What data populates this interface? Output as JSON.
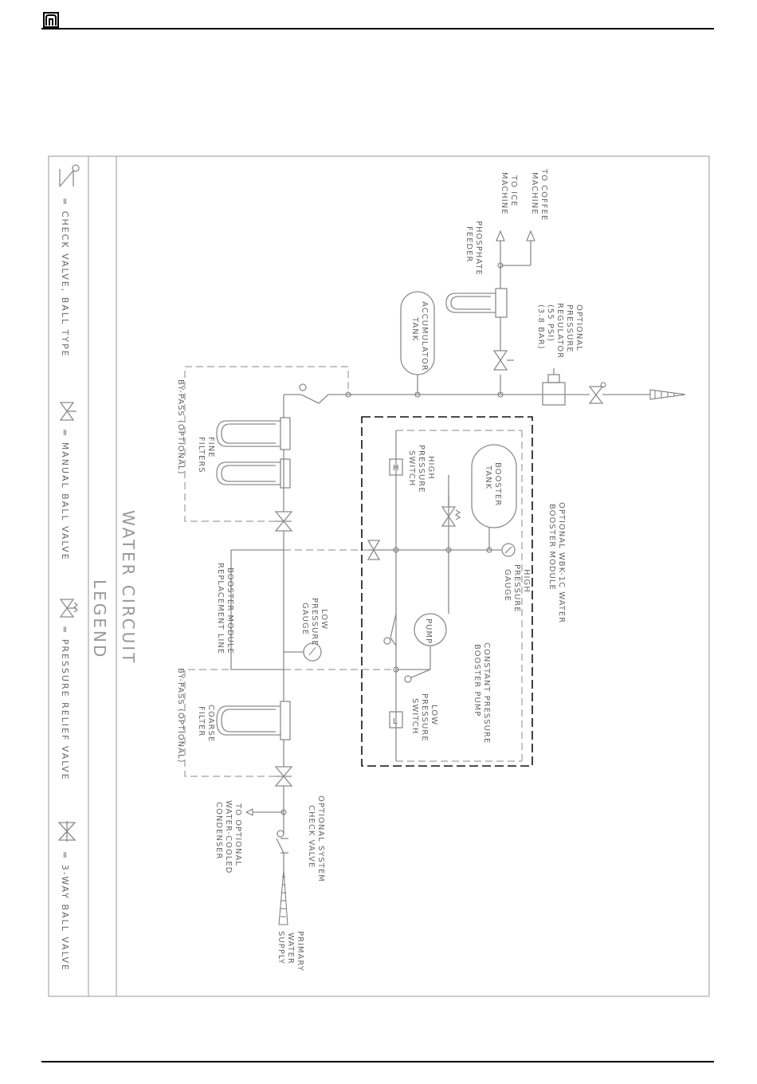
{
  "title": "WATER CIRCUIT",
  "legend": {
    "heading": "LEGEND",
    "items": [
      "= CHECK VALVE, BALL TYPE",
      "= MANUAL BALL VALVE",
      "= PRESSURE RELIEF VALVE",
      "= 3-WAY BALL VALVE"
    ]
  },
  "labels": {
    "to_coffee_machine": [
      "TO COFFEE",
      "MACHINE"
    ],
    "to_ice_machine": [
      "TO ICE",
      "MACHINE"
    ],
    "phosphate_feeder": [
      "PHOSPHATE",
      "FEEDER"
    ],
    "pressure_regulator": [
      "OPTIONAL",
      "PRESSURE",
      "REGULATOR",
      "(55 PSI)",
      "(3.8 BAR)"
    ],
    "accumulator_tank": [
      "ACCUMULATOR",
      "TANK"
    ],
    "booster_tank": [
      "BOOSTER",
      "TANK"
    ],
    "booster_module": [
      "OPTIONAL WBK-1C WATER",
      "BOOSTER MODULE"
    ],
    "high_pressure_switch": [
      "HIGH",
      "PRESSURE",
      "SWITCH"
    ],
    "high_pressure_gauge": [
      "HIGH",
      "PRESSURE",
      "GAUGE"
    ],
    "constant_pressure_pump": [
      "CONSTANT PRESSURE",
      "BOOSTER PUMP"
    ],
    "pump": "PUMP",
    "low_pressure_switch": [
      "LOW",
      "PRESSURE",
      "SWITCH"
    ],
    "fine_filters": [
      "FINE",
      "FILTERS"
    ],
    "bypass_fine": "BY-PASS (OPTIONAL)",
    "bypass_coarse": "BY-PASS (OPTIONAL)",
    "replacement_line": [
      "BOOSTER MODULE",
      "REPLACEMENT LINE"
    ],
    "low_pressure_gauge": [
      "LOW",
      "PRESSURE",
      "GAUGE"
    ],
    "coarse_filter": [
      "COARSE",
      "FILTER"
    ],
    "optional_check_valve": [
      "OPTIONAL SYSTEM",
      "CHECK VALVE"
    ],
    "water_cooled_condenser": [
      "TO OPTIONAL",
      "WATER-COOLED",
      "CONDENSER"
    ],
    "primary_water_supply": [
      "PRIMARY",
      "WATER",
      "SUPPLY"
    ],
    "switch_h": "H",
    "switch_l": "L"
  }
}
